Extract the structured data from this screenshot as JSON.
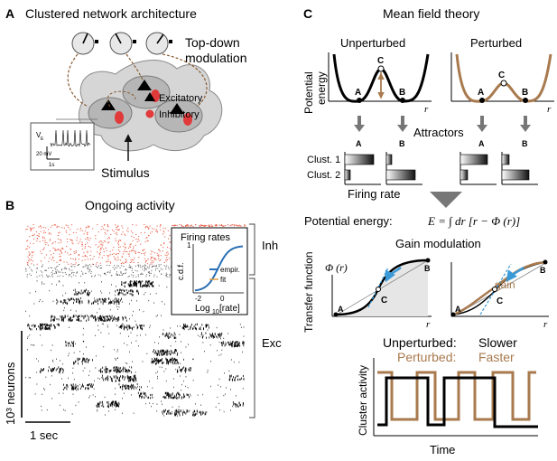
{
  "panel_a": {
    "letter": "A",
    "title": "Clustered network architecture",
    "topdown_line1": "Top-down",
    "topdown_line2": "modulation",
    "legend_excitatory": "Excitatory",
    "legend_inhibitory": "Inhibitory",
    "stimulus": "Stimulus",
    "inset_ylabel": "V",
    "inset_ylabel_sub": "E",
    "inset_scale_v": "20 mV",
    "inset_scale_t": "1s",
    "colors": {
      "excitatory": "#000000",
      "inhibitory": "#e03a3a",
      "cluster_fill": "#c8c8c8"
    }
  },
  "panel_b": {
    "letter": "B",
    "title": "Ongoing activity",
    "label_inh": "Inh",
    "label_exc": "Exc",
    "yscale_label": "10³ neurons",
    "xscale_label": "1 sec",
    "inset": {
      "title": "Firing rates",
      "ylabel": "c.d.f.",
      "xlabel_prefix": "Log",
      "xlabel_sub": "10",
      "xlabel_suffix": "[rate]",
      "tick_neg2": "-2",
      "tick_0": "0",
      "tick_1": "1",
      "legend_empir": "empir.",
      "legend_fit": "fit",
      "colors": {
        "empir": "#2a6fb5",
        "fit": "#e0a040"
      }
    },
    "colors": {
      "inh_spikes": "#e8604a",
      "exc_spikes": "#000000"
    }
  },
  "panel_c": {
    "letter": "C",
    "title": "Mean field theory",
    "unperturbed": "Unperturbed",
    "perturbed": "Perturbed",
    "potential_ylabel_line1": "Potential",
    "potential_ylabel_line2": "energy",
    "point_a": "A",
    "point_b": "B",
    "point_c": "C",
    "axis_r": "r",
    "attractors": "Attractors",
    "clust1": "Clust. 1",
    "clust2": "Clust. 2",
    "firing_rate": "Firing rate",
    "potential_energy_label": "Potential energy:",
    "equation": "E = ∫ dr [r − Φ (r)]",
    "gain_modulation": "Gain modulation",
    "transfer_ylabel": "Transfer function",
    "phi_label": "Φ (r)",
    "gain_label": "gain",
    "legend_unperturbed": "Unperturbed:",
    "legend_slower": "Slower",
    "legend_perturbed": "Perturbed:",
    "legend_faster": "Faster",
    "activity_ylabel": "Cluster activity",
    "activity_xlabel": "Time",
    "colors": {
      "unperturbed": "#000000",
      "perturbed": "#a87a4e",
      "gain_arrow": "#3a9ad8",
      "arrow_gray": "#777777"
    }
  }
}
